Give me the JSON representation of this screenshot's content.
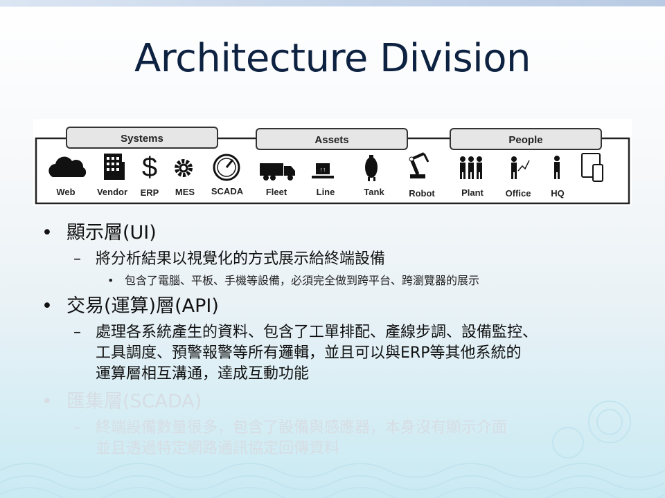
{
  "title": "Architecture Division",
  "diagram": {
    "groups": [
      {
        "label": "Systems"
      },
      {
        "label": "Assets"
      },
      {
        "label": "People"
      }
    ],
    "items": [
      {
        "label": "Web",
        "icon": "cloud-icon"
      },
      {
        "label": "Vendor",
        "icon": "building-icon"
      },
      {
        "label": "ERP",
        "icon": "dollar-icon"
      },
      {
        "label": "MES",
        "icon": "gear-icon"
      },
      {
        "label": "SCADA",
        "icon": "gauge-icon"
      },
      {
        "label": "Fleet",
        "icon": "truck-icon"
      },
      {
        "label": "Line",
        "icon": "conveyor-icon"
      },
      {
        "label": "Tank",
        "icon": "tank-icon"
      },
      {
        "label": "Robot",
        "icon": "robot-arm-icon"
      },
      {
        "label": "Plant",
        "icon": "workers-icon"
      },
      {
        "label": "Office",
        "icon": "office-person-icon"
      },
      {
        "label": "HQ",
        "icon": "executive-icon"
      },
      {
        "label": "",
        "icon": "tablet-phone-icon"
      }
    ]
  },
  "bullets": {
    "ui": {
      "title": "顯示層(UI)",
      "sub": "將分析結果以視覺化的方式展示給終端設備",
      "subsub": "包含了電腦、平板、手機等設備，必須完全做到跨平台、跨瀏覽器的展示"
    },
    "api": {
      "title": "交易(運算)層(API)",
      "sub_line1": "處理各系統產生的資料、包含了工單排配、產線步調、設備監控、",
      "sub_line2": "工具調度、預警報警等所有邏輯，並且可以與ERP等其他系統的",
      "sub_line3": "運算層相互溝通，達成互動功能"
    },
    "scada": {
      "title": "匯集層(SCADA)",
      "sub_line1": "終端設備數量很多，包含了設備與感應器，本身沒有顯示介面",
      "sub_line2": "並且透過特定網路通訊協定回傳資料"
    },
    "bullet_symbol": "•",
    "dash_symbol": "–"
  },
  "colors": {
    "title": "#0d2240",
    "group_fill": "#e6e6e6",
    "faded_text": "#d6dde3"
  }
}
